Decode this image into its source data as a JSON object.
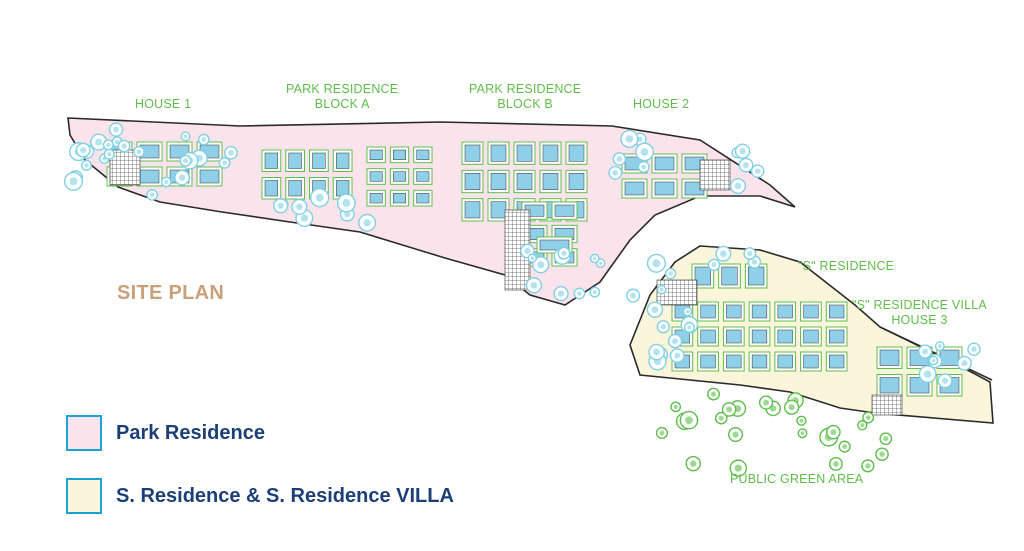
{
  "title": "SITE PLAN",
  "labels": {
    "house1": "HOUSE 1",
    "park_a_line1": "PARK RESIDENCE",
    "park_a_line2": "BLOCK A",
    "park_b_line1": "PARK RESIDENCE",
    "park_b_line2": "BLOCK B",
    "house2": "HOUSE 2",
    "s_residence": "\"S\" RESIDENCE",
    "s_villa_line1": "\"S\" RESIDENCE VILLA",
    "s_villa_line2": "HOUSE 3",
    "public_green": "PUBLIC GREEN AREA"
  },
  "legend": [
    {
      "label": "Park Residence",
      "color": "#fbe3ec"
    },
    {
      "label": "S. Residence &  S. Residence VILLA",
      "color": "#fbf5dc"
    }
  ],
  "colors": {
    "park_fill": "#fbe3ec",
    "s_fill": "#fbf5dc",
    "outline": "#2a2a2a",
    "label_green": "#5fbf4a",
    "legend_border": "#1aa3d6",
    "legend_text": "#1d3f77",
    "title_color": "#c9a07a",
    "tree_cyan": "#7fd0e4",
    "tree_green": "#5cbf4a",
    "building": "#8fd0e8"
  }
}
